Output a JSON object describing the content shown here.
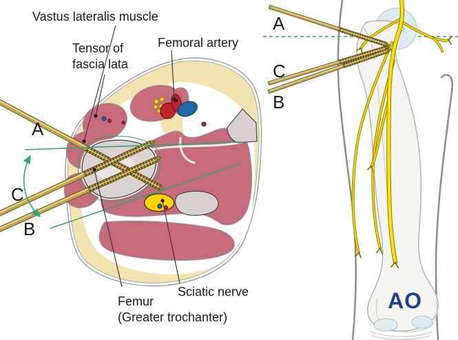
{
  "left_panel": {
    "name": "axial cross-section of proximal thigh",
    "labels": {
      "vastus_lateralis": "Vastus lateralis muscle",
      "tensor_line1": "Tensor of",
      "tensor_line2": "fascia lata",
      "femoral_artery": "Femoral artery",
      "femur_line1": "Femur",
      "femur_line2": "(Greater trochanter)",
      "sciatic_nerve": "Sciatic nerve",
      "pin_a": "A",
      "pin_c": "C",
      "pin_b": "B"
    }
  },
  "right_panel": {
    "name": "frontal view of femur with pins and nerves",
    "labels": {
      "pin_a": "A",
      "pin_c": "C",
      "pin_b": "B"
    },
    "logo": "AO"
  },
  "colors": {
    "muscle": "#c76b7b",
    "muscle_outline": "#909090",
    "fat": "#f3e3ae",
    "skin_line": "#9a9a9a",
    "bone_gray": "#d9d4d2",
    "bone_white": "#f4f4f1",
    "bone_white_outline": "#b3b3b0",
    "pin_gold": "#c2a44c",
    "pin_dark": "#5f4f1a",
    "pin_light": "#ecd98f",
    "green": "#2fa772",
    "green_dashed": "#56bb92",
    "nerve_yellow": "#f5d400",
    "nerve_dark": "#8a7900",
    "artery": "#c0242c",
    "vein": "#2068a2",
    "head_blue": "#dcecf1",
    "body_outline": "#8f8f8f",
    "logo_blue": "#1b3f9b",
    "label": "#1a1a1a"
  }
}
